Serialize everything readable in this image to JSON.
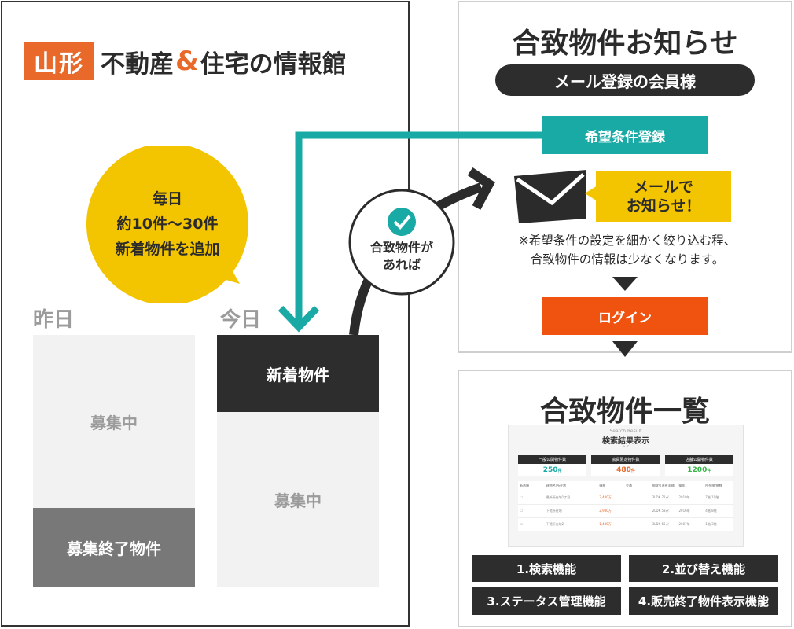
{
  "logo": {
    "mark": "山形",
    "text_before": "不動産",
    "amp": "&",
    "text_after": "住宅の情報館"
  },
  "bubble": {
    "line1": "毎日",
    "line2": "約10件〜30件",
    "line3": "新着物件を追加"
  },
  "columns": {
    "yesterday": {
      "label": "昨日",
      "top": "募集中",
      "bottom": "募集終了物件"
    },
    "today": {
      "label": "今日",
      "top": "新着物件",
      "bottom": "募集中"
    }
  },
  "match_badge": {
    "line1": "合致物件が",
    "line2": "あれば"
  },
  "notify_panel": {
    "title": "合致物件お知らせ",
    "member_pill": "メール登録の会員様",
    "register_button": "希望条件登録",
    "mail_notice": {
      "line1": "メールで",
      "line2": "お知らせ！"
    },
    "note": {
      "line1": "※希望条件の設定を細かく絞り込む程、",
      "line2": "合致物件の情報は少なくなります。"
    },
    "login_button": "ログイン"
  },
  "list_panel": {
    "title": "合致物件一覧",
    "thumbnail": {
      "eyebrow": "Search Result",
      "heading": "検索結果表示",
      "stats": [
        {
          "label": "一般公開物件数",
          "value": "250",
          "unit": "件",
          "color": "#19aaa6"
        },
        {
          "label": "会員限定物件数",
          "value": "480",
          "unit": "件",
          "color": "#e8692a"
        },
        {
          "label": "店舗公開物件数",
          "value": "1200",
          "unit": "件",
          "color": "#39b54a"
        }
      ],
      "columns": [
        "新着順",
        "建物名/所在地",
        "価格",
        "交通",
        "間取り専有面積",
        "築年",
        "所在階/階数"
      ],
      "rows": [
        [
          "",
          "最新所在地1丁目",
          "3,480万",
          "",
          "3LDK 72㎡",
          "2019年",
          "7階/10階"
        ],
        [
          "",
          "下館所在地",
          "2,980万",
          "",
          "2LDK 58㎡",
          "2016年",
          "4階/8階"
        ],
        [
          "",
          "下館所在地2",
          "1,480万",
          "",
          "3LDK 65㎡",
          "2007年",
          "1階/3階"
        ]
      ]
    },
    "features": [
      "1.検索機能",
      "2.並び替え機能",
      "3.ステータス管理機能",
      "4.販売終了物件表示機能"
    ]
  },
  "colors": {
    "accent_orange": "#e8692a",
    "teal": "#19aaa6",
    "yellow": "#f3c400",
    "login_orange": "#f0530f",
    "dark": "#2d2d2d"
  }
}
